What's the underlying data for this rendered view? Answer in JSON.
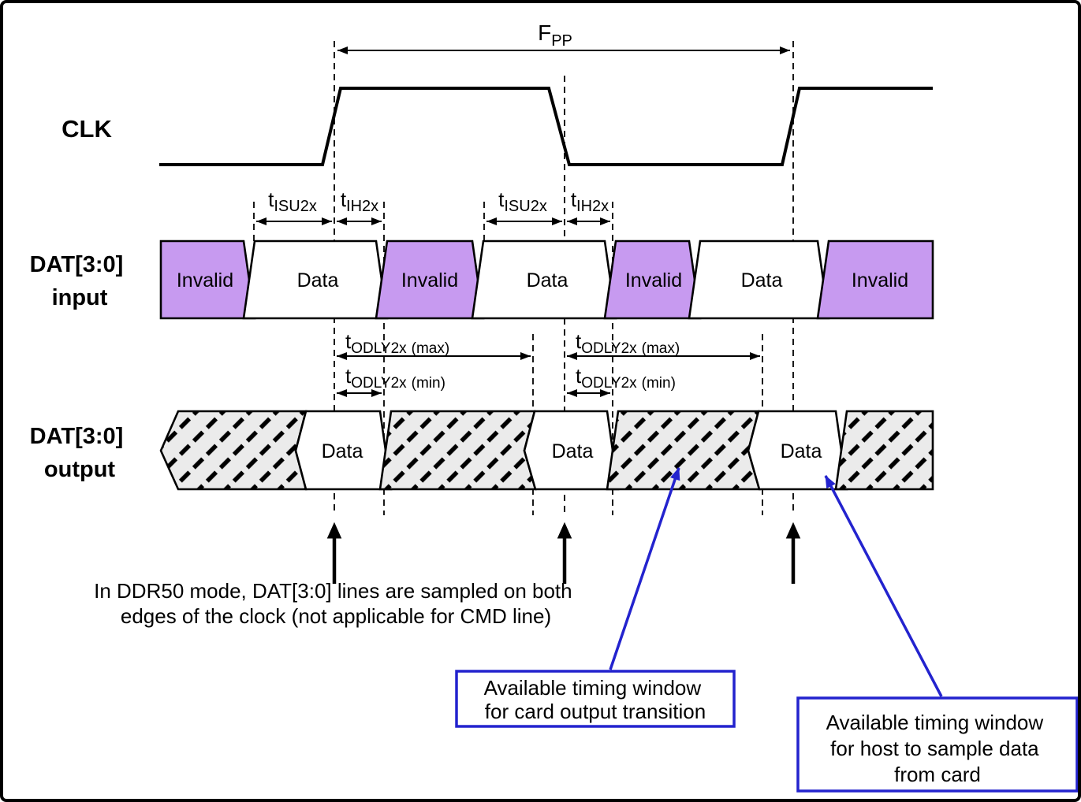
{
  "diagram": {
    "signals": {
      "clk_label": "CLK",
      "dat_input_label_line1": "DAT[3:0]",
      "dat_input_label_line2": "input",
      "dat_output_label_line1": "DAT[3:0]",
      "dat_output_label_line2": "output"
    },
    "timing_labels": {
      "fpp": {
        "base": "F",
        "sub": "PP"
      },
      "tisu2x": {
        "base": "t",
        "sub": "ISU2x"
      },
      "tih2x": {
        "base": "t",
        "sub": "IH2x"
      },
      "todly2x_max": {
        "base": "t",
        "sub": "ODLY2x",
        "suffix": "(max)"
      },
      "todly2x_min": {
        "base": "t",
        "sub": "ODLY2x",
        "suffix": "(min)"
      }
    },
    "input_segments": [
      "Invalid",
      "Data",
      "Invalid",
      "Data",
      "Invalid",
      "Data",
      "Invalid"
    ],
    "output_data_labels": [
      "Data",
      "Data",
      "Data"
    ],
    "caption": [
      "In DDR50 mode, DAT[3:0] lines are sampled on both",
      "edges of the clock (not applicable for CMD line)"
    ],
    "callout1_lines": [
      "Available timing window",
      "for card output transition"
    ],
    "callout2_lines": [
      "Available timing window",
      "for host to sample data",
      "from card"
    ],
    "colors": {
      "invalid_fill": "#C79AF0",
      "hatch_fill": "#EBEBEB",
      "callout_blue": "#2323CE",
      "line_black": "#000000"
    }
  }
}
